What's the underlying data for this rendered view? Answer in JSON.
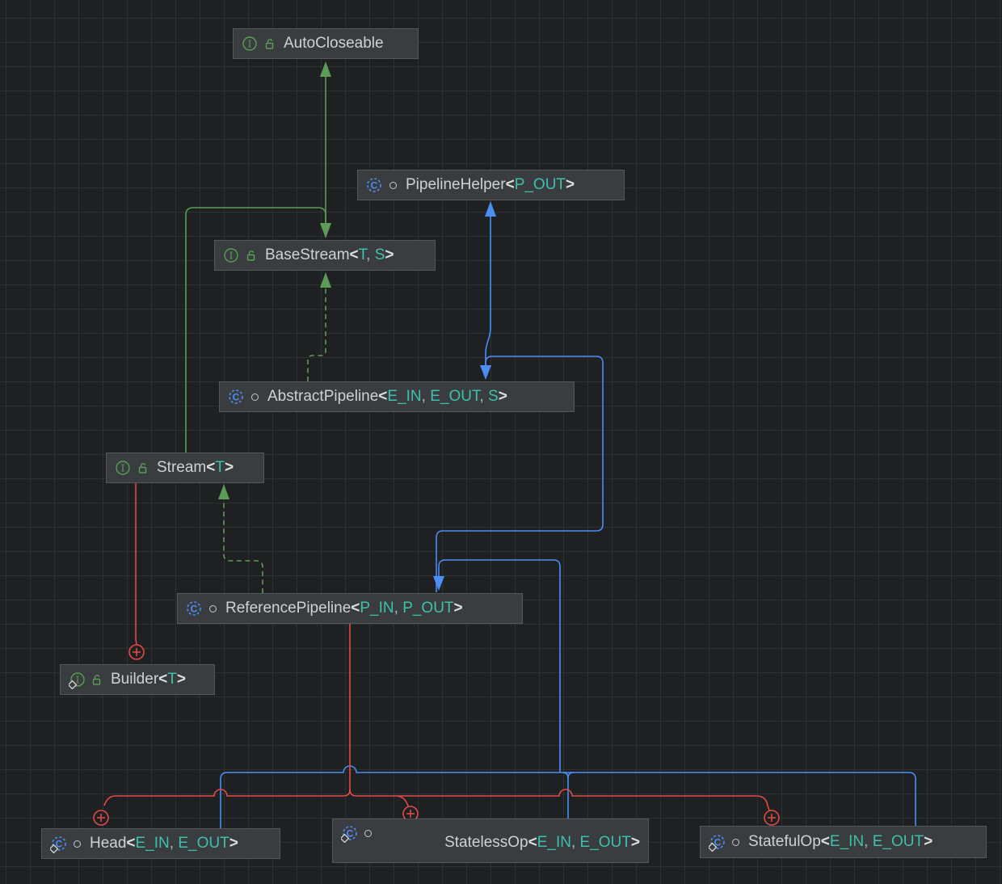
{
  "diagram": {
    "title": "java.util.stream class hierarchy UML diagram",
    "nodes": [
      {
        "id": "autocloseable",
        "kind": "interface",
        "static": false,
        "visibility_icon": "open-lock",
        "name": "AutoCloseable",
        "params": []
      },
      {
        "id": "pipeline-helper",
        "kind": "abstract-class",
        "static": false,
        "visibility_icon": "package-circle",
        "name": "PipelineHelper",
        "params": [
          "P_OUT"
        ]
      },
      {
        "id": "base-stream",
        "kind": "interface",
        "static": false,
        "visibility_icon": "open-lock",
        "name": "BaseStream",
        "params": [
          "T",
          "S"
        ]
      },
      {
        "id": "abstract-pipeline",
        "kind": "abstract-class",
        "static": false,
        "visibility_icon": "package-circle",
        "name": "AbstractPipeline",
        "params": [
          "E_IN",
          "E_OUT",
          "S"
        ]
      },
      {
        "id": "stream",
        "kind": "interface",
        "static": false,
        "visibility_icon": "open-lock",
        "name": "Stream",
        "params": [
          "T"
        ]
      },
      {
        "id": "reference-pipeline",
        "kind": "abstract-class",
        "static": false,
        "visibility_icon": "package-circle",
        "name": "ReferencePipeline",
        "params": [
          "P_IN",
          "P_OUT"
        ]
      },
      {
        "id": "builder",
        "kind": "interface",
        "static": true,
        "visibility_icon": "open-lock",
        "name": "Builder",
        "params": [
          "T"
        ]
      },
      {
        "id": "head",
        "kind": "class",
        "static": true,
        "visibility_icon": "package-circle",
        "name": "Head",
        "params": [
          "E_IN",
          "E_OUT"
        ]
      },
      {
        "id": "stateless-op",
        "kind": "abstract-class",
        "static": true,
        "visibility_icon": "package-circle",
        "name": "StatelessOp",
        "params": [
          "E_IN",
          "E_OUT"
        ]
      },
      {
        "id": "stateful-op",
        "kind": "abstract-class",
        "static": true,
        "visibility_icon": "package-circle",
        "name": "StatefulOp",
        "params": [
          "E_IN",
          "E_OUT"
        ]
      }
    ],
    "edges": [
      {
        "from": "BaseStream",
        "to": "AutoCloseable",
        "type": "extends-interface",
        "style": "green-solid-arrow"
      },
      {
        "from": "Stream",
        "to": "BaseStream",
        "type": "extends-interface",
        "style": "green-solid-arrow"
      },
      {
        "from": "AbstractPipeline",
        "to": "BaseStream",
        "type": "implements",
        "style": "green-dashed-arrow"
      },
      {
        "from": "ReferencePipeline",
        "to": "Stream",
        "type": "implements",
        "style": "green-dashed-arrow"
      },
      {
        "from": "AbstractPipeline",
        "to": "PipelineHelper",
        "type": "extends",
        "style": "blue-solid-arrow"
      },
      {
        "from": "ReferencePipeline",
        "to": "AbstractPipeline",
        "type": "extends",
        "style": "blue-solid-arrow"
      },
      {
        "from": "Head",
        "to": "ReferencePipeline",
        "type": "extends",
        "style": "blue-solid-arrow"
      },
      {
        "from": "StatelessOp",
        "to": "ReferencePipeline",
        "type": "extends",
        "style": "blue-solid-arrow"
      },
      {
        "from": "StatefulOp",
        "to": "ReferencePipeline",
        "type": "extends",
        "style": "blue-solid-arrow"
      },
      {
        "from": "Stream",
        "to": "Builder",
        "type": "inner-class",
        "style": "red-circle-plus"
      },
      {
        "from": "ReferencePipeline",
        "to": "Head",
        "type": "inner-class",
        "style": "red-circle-plus"
      },
      {
        "from": "ReferencePipeline",
        "to": "StatelessOp",
        "type": "inner-class",
        "style": "red-circle-plus"
      },
      {
        "from": "ReferencePipeline",
        "to": "StatefulOp",
        "type": "inner-class",
        "style": "red-circle-plus"
      }
    ],
    "colors": {
      "background": "#1e2022",
      "grid_line": "#2e3032",
      "node_bg": "#3a3d3f",
      "node_border": "#55585b",
      "name_text": "#cfd1d2",
      "type_param": "#3ec0ac",
      "interface_green": "#5b9c57",
      "class_blue": "#4c8df6",
      "inner_red": "#e24b47"
    }
  }
}
